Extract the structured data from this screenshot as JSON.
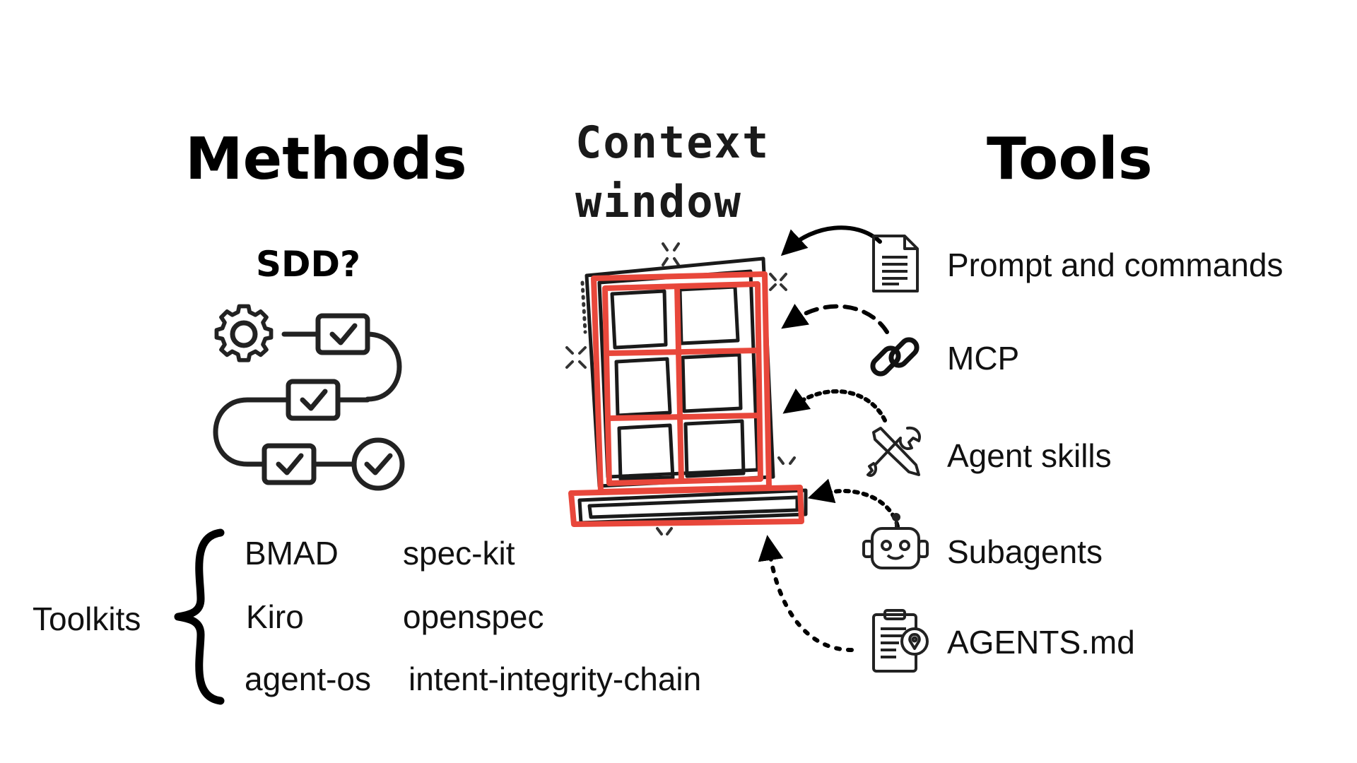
{
  "methods": {
    "heading": "Methods",
    "sdd_label": "SDD?",
    "toolkits_label": "Toolkits",
    "toolkits": [
      {
        "name": "BMAD"
      },
      {
        "name": "spec-kit"
      },
      {
        "name": "Kiro"
      },
      {
        "name": "openspec"
      },
      {
        "name": "agent-os"
      },
      {
        "name": "intent-integrity-chain"
      }
    ]
  },
  "center": {
    "title_line1": "Context",
    "title_line2": "window",
    "accent_color": "#e8473b"
  },
  "tools": {
    "heading": "Tools",
    "items": [
      {
        "label": "Prompt and commands",
        "icon": "document-icon",
        "arrow": "solid"
      },
      {
        "label": "MCP",
        "icon": "link-icon",
        "arrow": "dashed"
      },
      {
        "label": "Agent skills",
        "icon": "tools-icon",
        "arrow": "dotted"
      },
      {
        "label": "Subagents",
        "icon": "robot-icon",
        "arrow": "dotted"
      },
      {
        "label": "AGENTS.md",
        "icon": "clipboard-icon",
        "arrow": "dotted"
      }
    ]
  }
}
